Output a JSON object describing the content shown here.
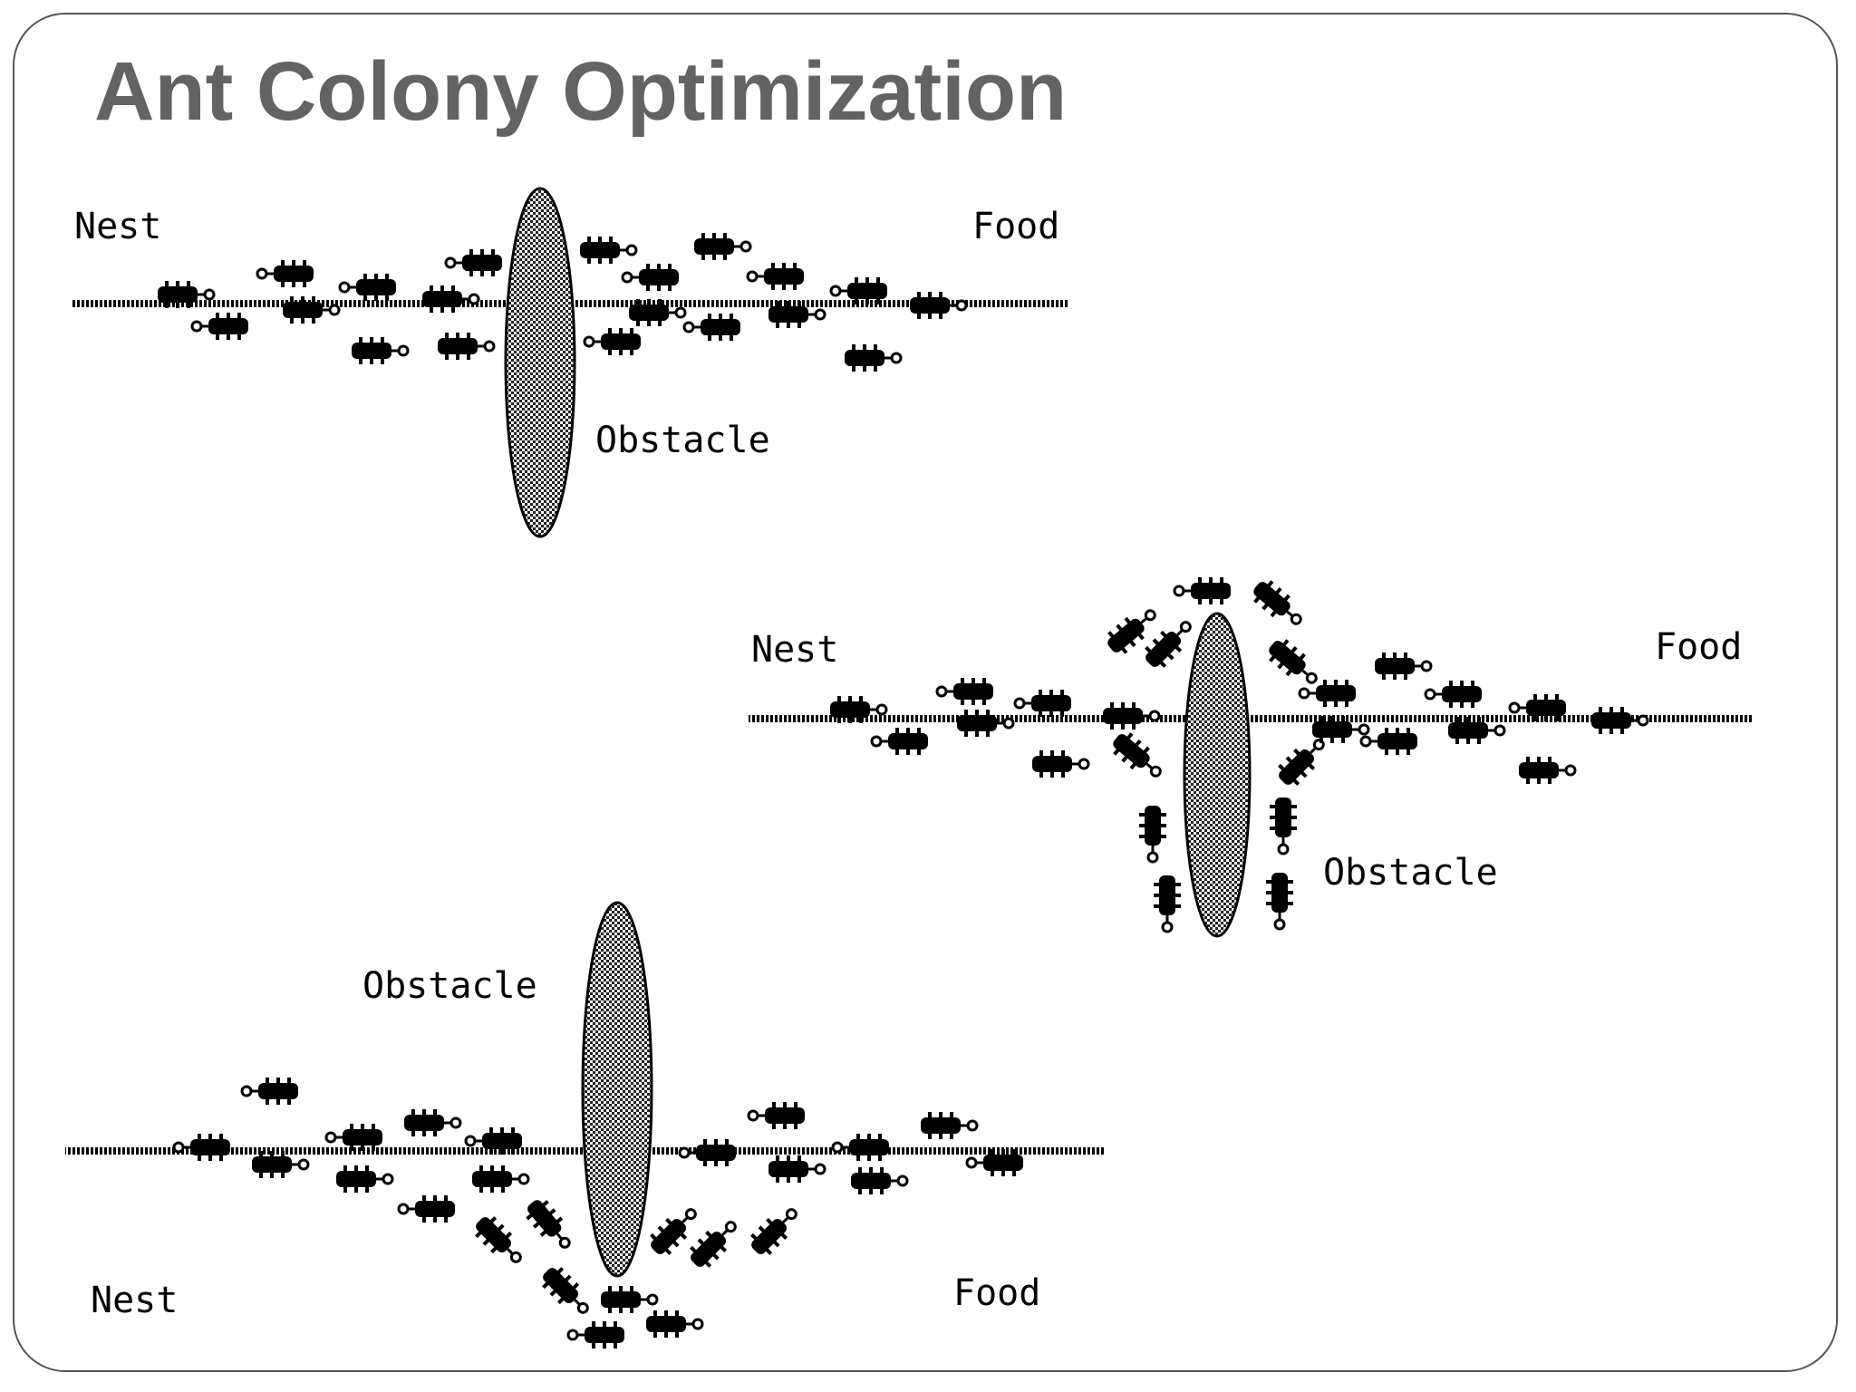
{
  "slide": {
    "title": "Ant Colony Optimization"
  },
  "panels": [
    {
      "id": "panel-1",
      "nest_label": "Nest",
      "food_label": "Food",
      "obstacle_label": "Obstacle"
    },
    {
      "id": "panel-2",
      "nest_label": "Nest",
      "food_label": "Food",
      "obstacle_label": "Obstacle"
    },
    {
      "id": "panel-3",
      "nest_label": "Nest",
      "food_label": "Food",
      "obstacle_label": "Obstacle"
    }
  ],
  "colors": {
    "title": "#636363",
    "frame": "#555555",
    "ant": "#000000",
    "obstacle_fill": "#8a8a8a"
  },
  "icons": {
    "ant": "ant-icon",
    "obstacle": "obstacle-ellipse"
  }
}
